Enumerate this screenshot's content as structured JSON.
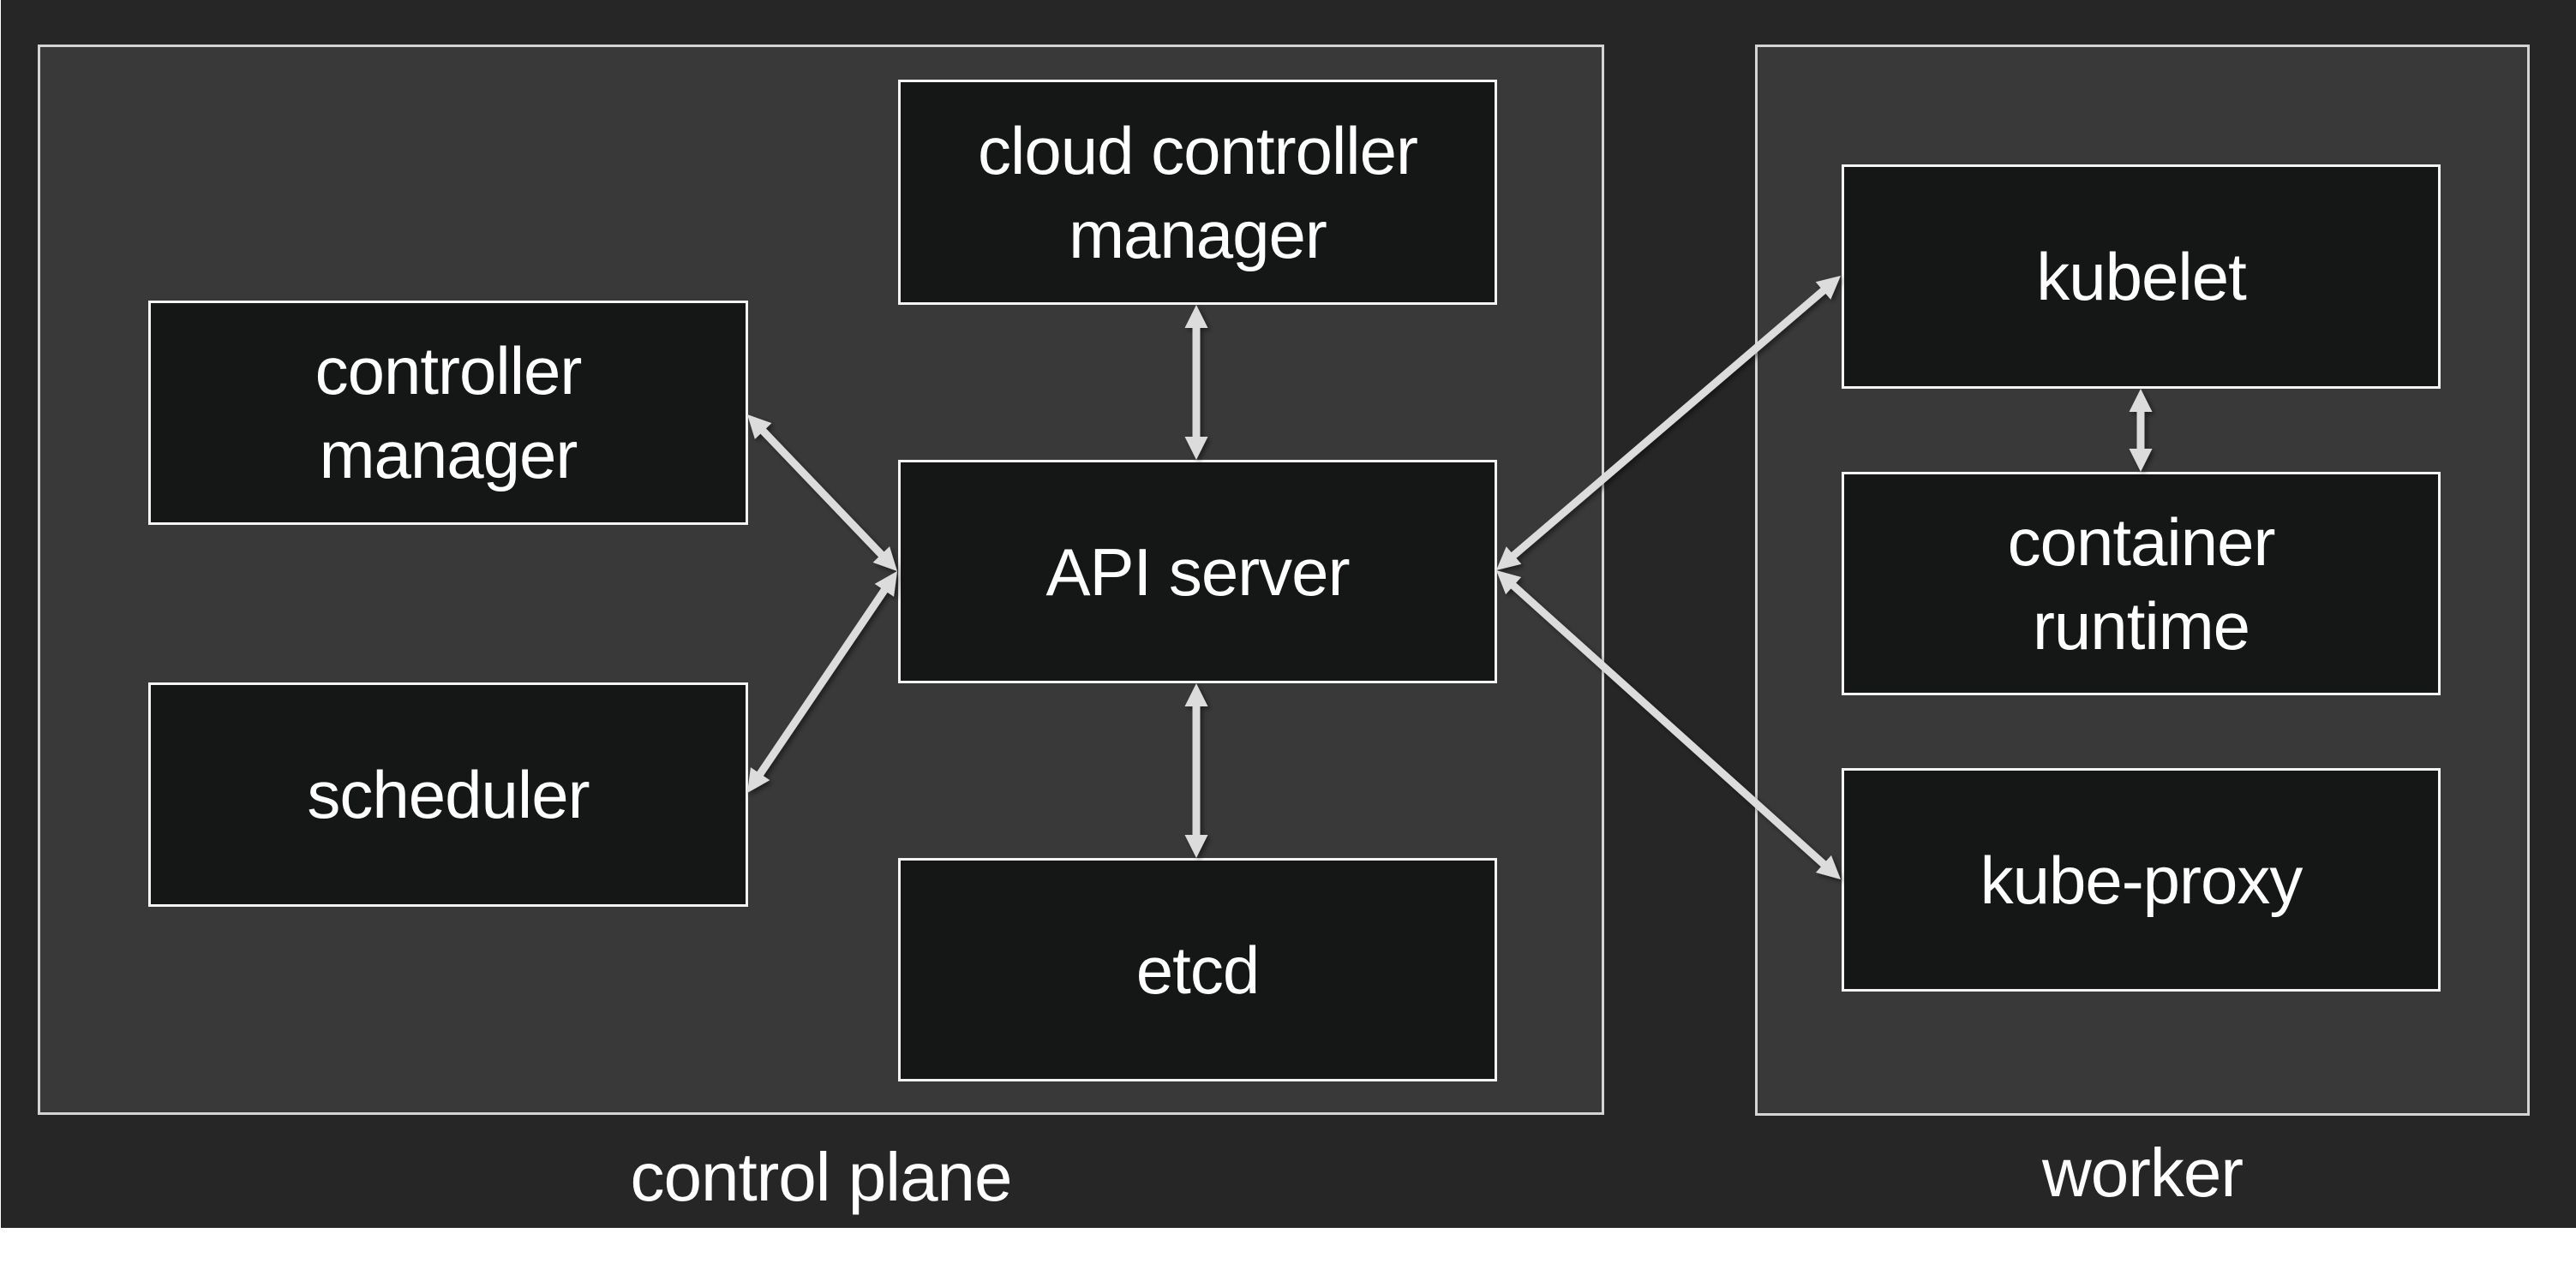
{
  "diagram": {
    "title": "Kubernetes cluster architecture",
    "colors": {
      "background": "#262626",
      "panel": "#393939",
      "box": "#151716",
      "text": "#ffffff",
      "arrow": "#dcdcdc"
    },
    "groups": [
      {
        "id": "control-plane",
        "label": "control plane"
      },
      {
        "id": "worker",
        "label": "worker"
      }
    ],
    "nodes": [
      {
        "id": "controller-manager",
        "group": "control-plane",
        "label": "controller\nmanager"
      },
      {
        "id": "scheduler",
        "group": "control-plane",
        "label": "scheduler"
      },
      {
        "id": "cloud-controller-manager",
        "group": "control-plane",
        "label": "cloud controller\nmanager"
      },
      {
        "id": "api-server",
        "group": "control-plane",
        "label": "API server"
      },
      {
        "id": "etcd",
        "group": "control-plane",
        "label": "etcd"
      },
      {
        "id": "kubelet",
        "group": "worker",
        "label": "kubelet"
      },
      {
        "id": "container-runtime",
        "group": "worker",
        "label": "container\nruntime"
      },
      {
        "id": "kube-proxy",
        "group": "worker",
        "label": "kube-proxy"
      }
    ],
    "edges": [
      {
        "from": "cloud-controller-manager",
        "to": "api-server",
        "direction": "both"
      },
      {
        "from": "controller-manager",
        "to": "api-server",
        "direction": "both"
      },
      {
        "from": "scheduler",
        "to": "api-server",
        "direction": "both"
      },
      {
        "from": "api-server",
        "to": "etcd",
        "direction": "both"
      },
      {
        "from": "api-server",
        "to": "kubelet",
        "direction": "both"
      },
      {
        "from": "api-server",
        "to": "kube-proxy",
        "direction": "both"
      },
      {
        "from": "kubelet",
        "to": "container-runtime",
        "direction": "both"
      }
    ]
  }
}
